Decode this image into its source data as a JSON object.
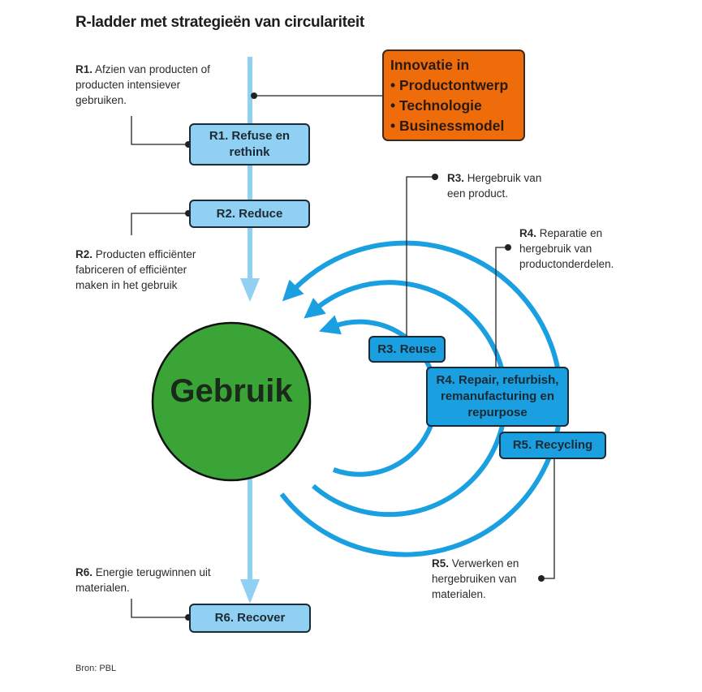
{
  "title": "R-ladder met strategieën van circulariteit",
  "center_label": "Gebruik",
  "innovation": {
    "heading": "Innovatie in",
    "items": [
      "• Productontwerp",
      "• Technologie",
      "• Businessmodel"
    ]
  },
  "boxes": {
    "r1": "R1. Refuse en rethink",
    "r2": "R2. Reduce",
    "r3": "R3. Reuse",
    "r4": "R4. Repair, refurbish, remanufacturing en repurpose",
    "r5": "R5. Recycling",
    "r6": "R6. Recover"
  },
  "notes": {
    "r1": {
      "code": "R1.",
      "text": "Afzien van producten of producten intensiever gebruiken."
    },
    "r2": {
      "code": "R2.",
      "text": "Producten efficiënter fabriceren of efficiënter maken in het gebruik"
    },
    "r3": {
      "code": "R3.",
      "text": "Hergebruik van een product."
    },
    "r4": {
      "code": "R4.",
      "text": "Reparatie en hergebruik van productonderdelen."
    },
    "r5": {
      "code": "R5.",
      "text": "Verwerken en hergebruiken van materialen."
    },
    "r6": {
      "code": "R6.",
      "text": "Energie terugwinnen uit materialen."
    }
  },
  "source": "Bron: PBL",
  "colors": {
    "light_blue": "#8fd0f3",
    "blue": "#1a9fe0",
    "green": "#3aa536",
    "orange": "#ee6c0a"
  }
}
